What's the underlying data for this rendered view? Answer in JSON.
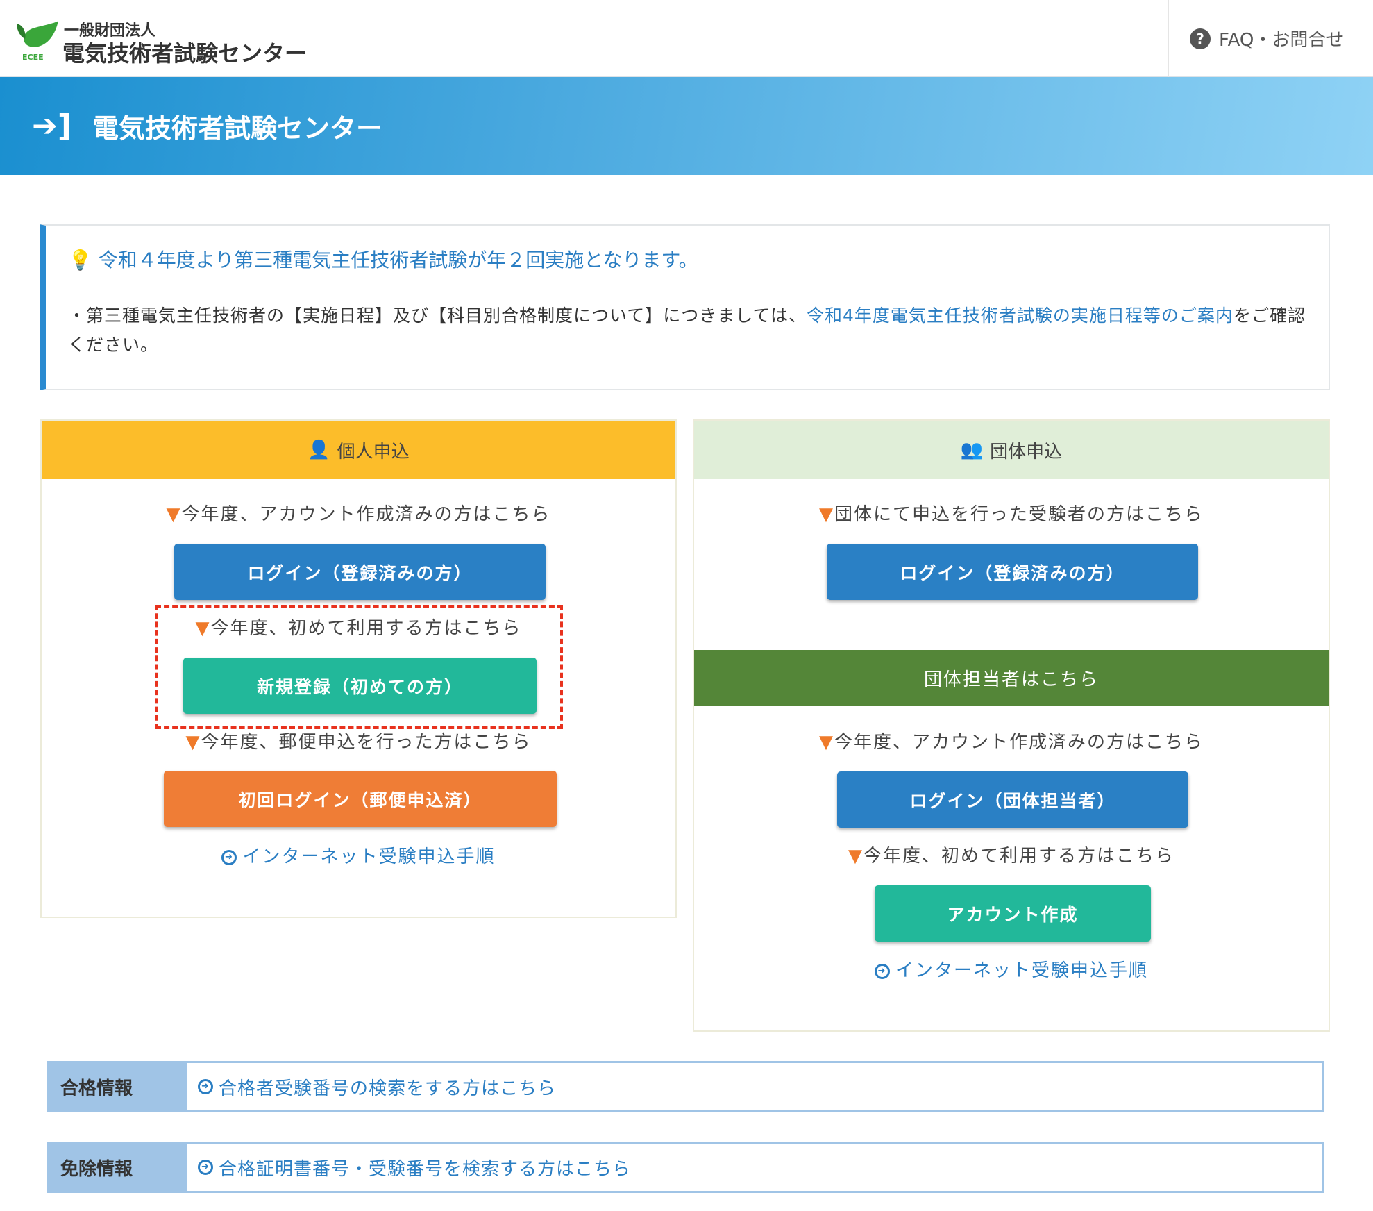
{
  "header": {
    "org_type": "一般財団法人",
    "org_name": "電気技術者試験センター",
    "logo_text": "ECEE",
    "faq_label": "FAQ・お問合せ"
  },
  "banner": {
    "title": "電気技術者試験センター"
  },
  "notice": {
    "title": "令和４年度より第三種電気主任技術者試験が年２回実施となります。",
    "body_prefix": "・第三種電気主任技術者の【実施日程】及び【科目別合格制度について】につきましては、",
    "body_link": "令和4年度電気主任技術者試験の実施日程等のご案内",
    "body_suffix": "をご確認ください。"
  },
  "individual": {
    "title": "個人申込",
    "hint_existing": "今年度、アカウント作成済みの方はこちら",
    "login_label": "ログイン（登録済みの方）",
    "hint_new": "今年度、初めて利用する方はこちら",
    "register_label": "新規登録（初めての方）",
    "hint_postal": "今年度、郵便申込を行った方はこちら",
    "first_login_label": "初回ログイン（郵便申込済）",
    "procedure_link": "インターネット受験申込手順"
  },
  "group": {
    "title": "団体申込",
    "hint_examinee": "団体にて申込を行った受験者の方はこちら",
    "login_label": "ログイン（登録済みの方）",
    "manager_title": "団体担当者はこちら",
    "hint_existing": "今年度、アカウント作成済みの方はこちら",
    "manager_login_label": "ログイン（団体担当者）",
    "hint_new": "今年度、初めて利用する方はこちら",
    "create_account_label": "アカウント作成",
    "procedure_link": "インターネット受験申込手順"
  },
  "info_rows": [
    {
      "label": "合格情報",
      "link": "合格者受験番号の検索をする方はこちら"
    },
    {
      "label": "免除情報",
      "link": "合格証明書番号・受験番号を検索する方はこちら"
    }
  ]
}
